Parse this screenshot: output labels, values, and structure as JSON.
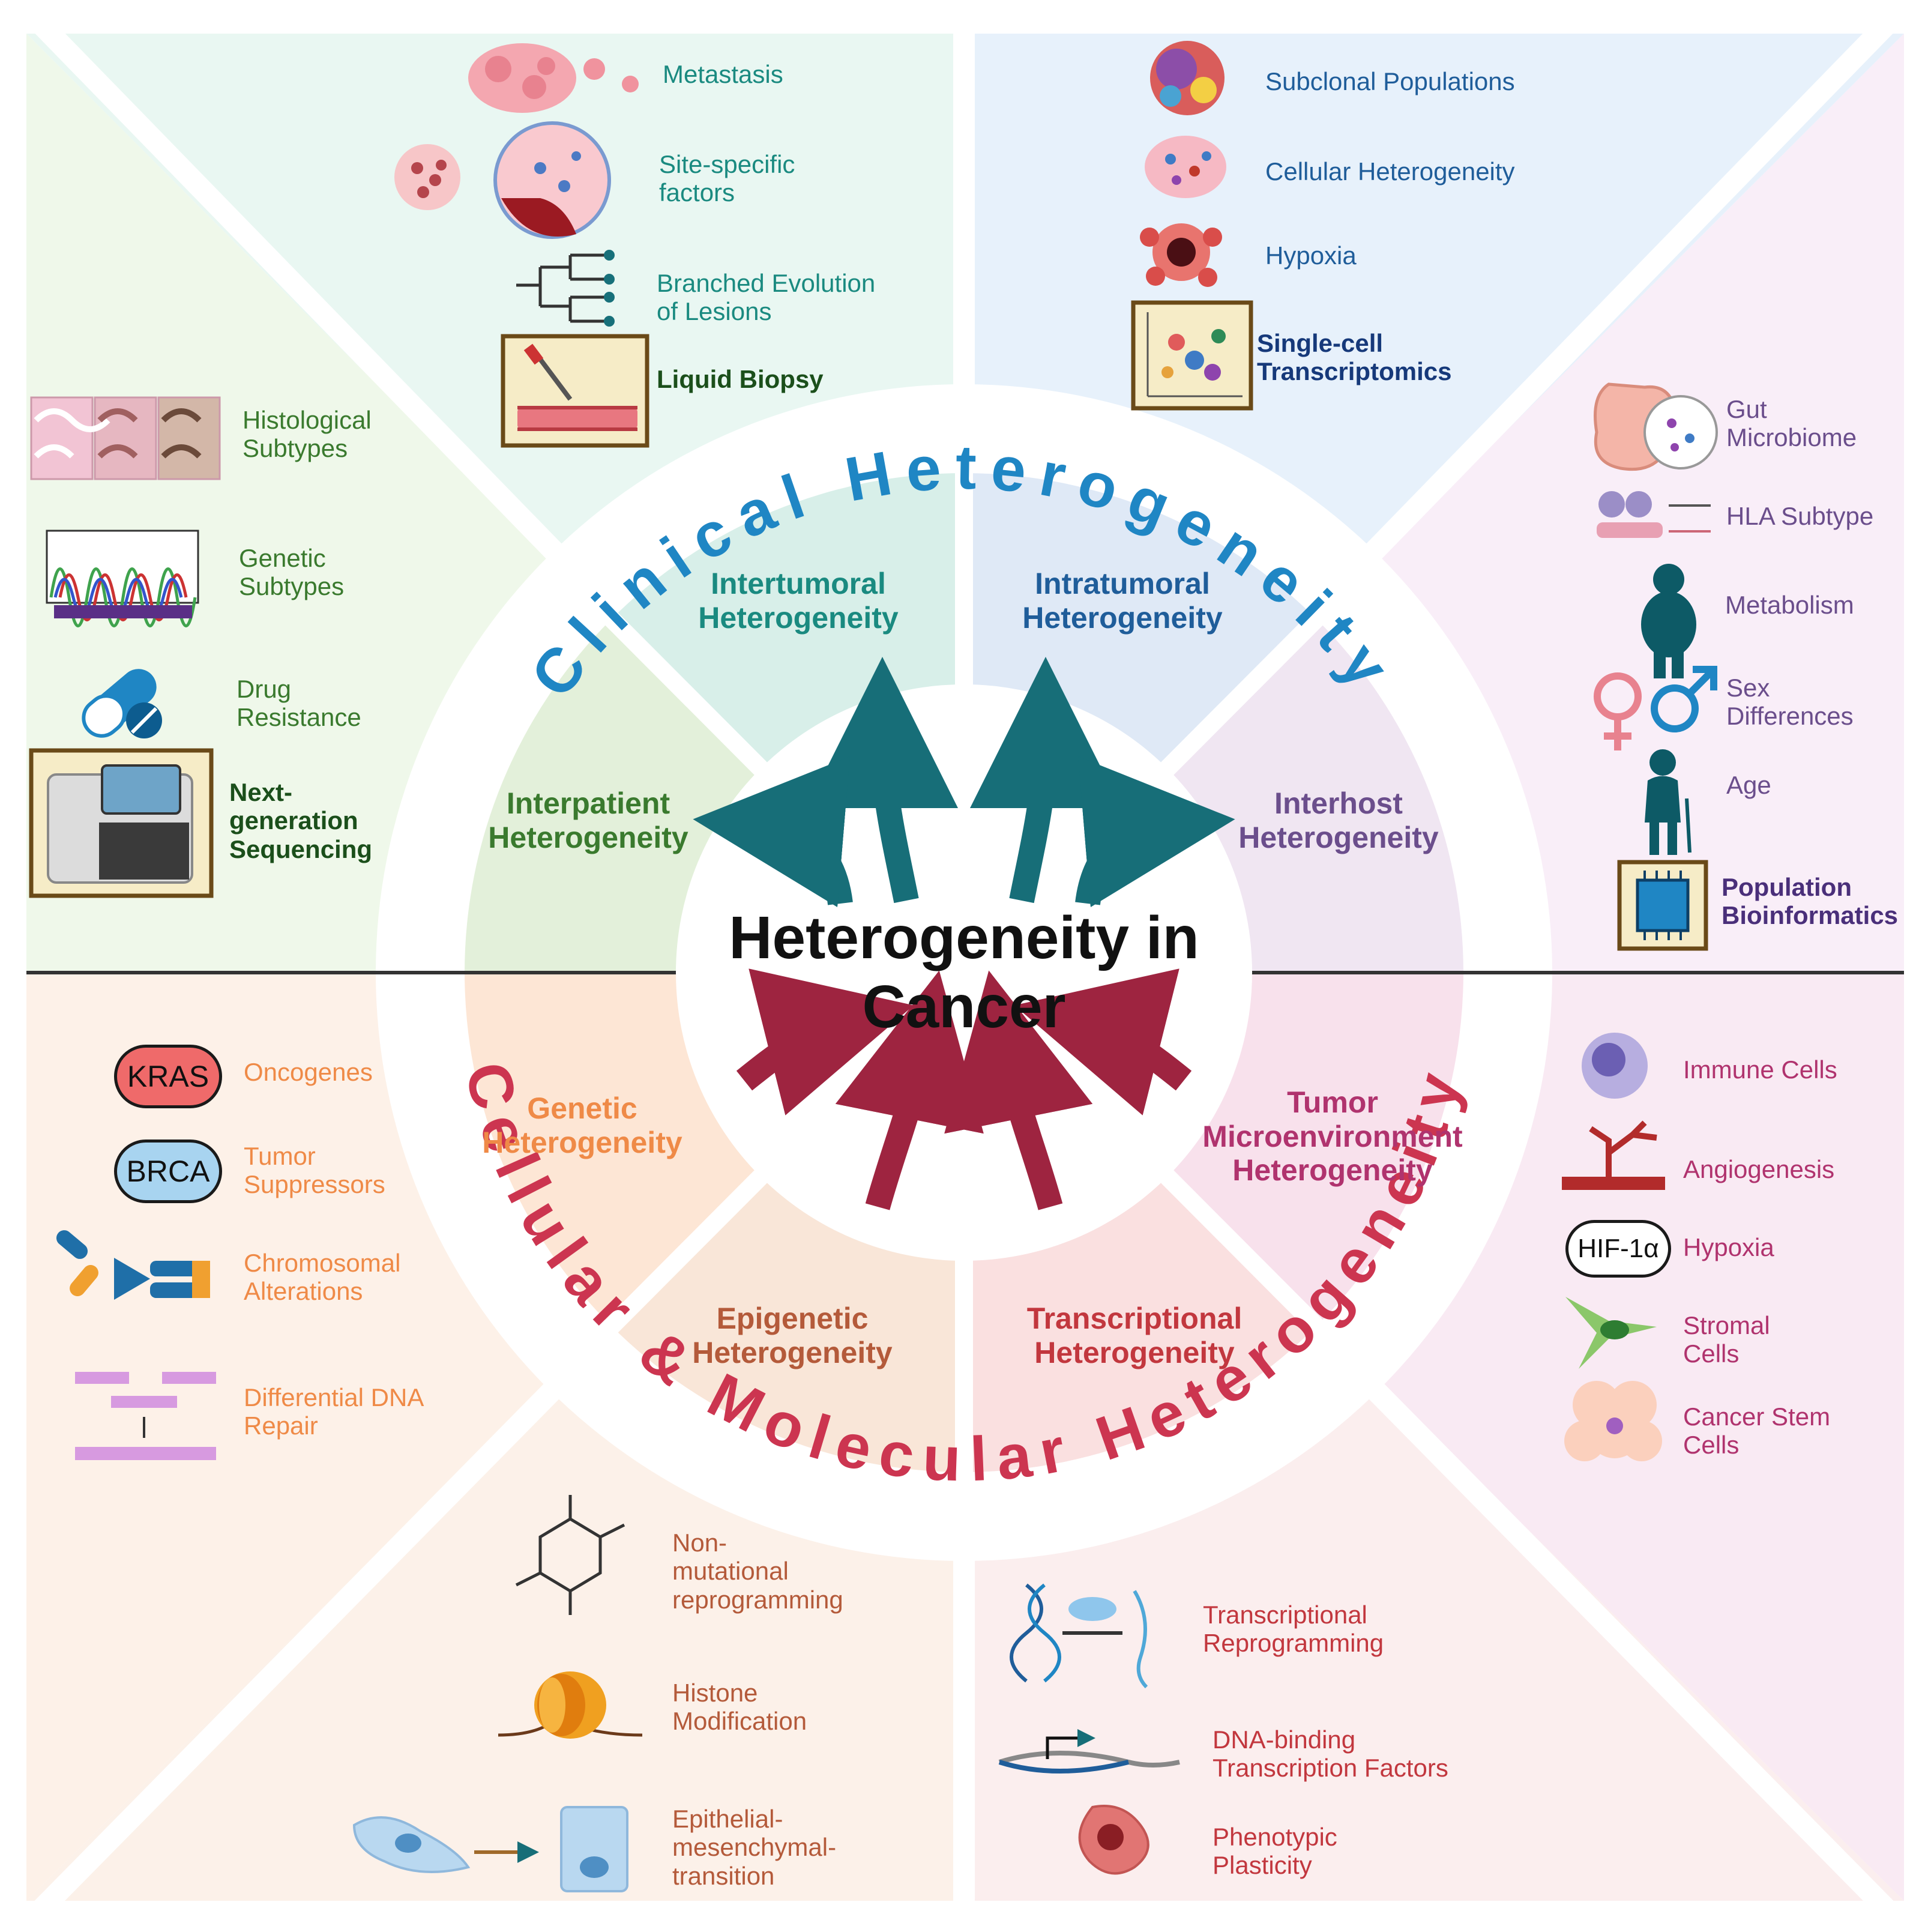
{
  "center_title": "Heterogeneity in\nCancer",
  "rings": {
    "clinical": "Clinical Heterogeneity",
    "cellular": "Cellular & Molecular Heterogeneity"
  },
  "sectors": {
    "intertumoral": "Intertumoral\nHeterogeneity",
    "intratumoral": "Intratumoral\nHeterogeneity",
    "interpatient": "Interpatient\nHeterogeneity",
    "interhost": "Interhost\nHeterogeneity",
    "genetic": "Genetic\nHeterogeneity",
    "tumor_micro": "Tumor\nMicroenvironment\nHeterogeneity",
    "epigenetic": "Epigenetic\nHeterogeneity",
    "transcriptional": "Transcriptional\nHeterogeneity"
  },
  "items": {
    "metastasis": "Metastasis",
    "site_specific": "Site-specific\nfactors",
    "branched": "Branched Evolution\nof Lesions",
    "liquid_biopsy": "Liquid Biopsy",
    "subclonal": "Subclonal Populations",
    "cellular_het": "Cellular Heterogeneity",
    "hypoxia_top": "Hypoxia",
    "single_cell": "Single-cell\nTranscriptomics",
    "histological": "Histological\nSubtypes",
    "genetic_sub": "Genetic\nSubtypes",
    "drug_res": "Drug\nResistance",
    "ngs": "Next-\ngeneration\nSequencing",
    "gut": "Gut\nMicrobiome",
    "hla": "HLA Subtype",
    "metabolism": "Metabolism",
    "sex": "Sex\nDifferences",
    "age": "Age",
    "pop_bio": "Population\nBioinformatics",
    "oncogenes": "Oncogenes",
    "tumor_supp": "Tumor\nSuppressors",
    "chromosomal": "Chromosomal\nAlterations",
    "dna_repair": "Differential DNA\nRepair",
    "immune": "Immune Cells",
    "angio": "Angiogenesis",
    "hypoxia_bot": "Hypoxia",
    "stromal": "Stromal\nCells",
    "csc": "Cancer Stem\nCells",
    "nonmut": "Non-\nmutational\nreprogramming",
    "histone": "Histone\nModification",
    "emt": "Epithelial-\nmesenchymal-\ntransition",
    "trans_reprog": "Transcriptional\nReprogramming",
    "dna_binding": "DNA-binding\nTranscription Factors",
    "phenotypic": "Phenotypic\nPlasticity"
  },
  "badges": {
    "kras": "KRAS",
    "brca": "BRCA",
    "hif": "HIF-1α"
  },
  "colors": {
    "teal_arrow": "#176e78",
    "red_arrow": "#9e2440",
    "clinical_text": "#1f86c4",
    "cellular_text": "#cc3550",
    "intertumoral": "#1a8a80",
    "intratumoral": "#1f5d9a",
    "interpatient": "#3a7a2e",
    "interhost": "#6b4e8c",
    "genetic": "#ef8a47",
    "tumor_micro": "#b0336e",
    "epigenetic": "#b45a3a",
    "transcriptional": "#c2373e"
  },
  "icons": [
    "metastasis-icon",
    "site-specific-icon",
    "phylogenetic-tree-icon",
    "liquid-biopsy-icon",
    "subclonal-cell-icon",
    "heterogeneous-cells-icon",
    "hypoxic-tumor-icon",
    "single-cell-plot-icon",
    "histology-slide-icon",
    "chromatogram-icon",
    "capsule-pill-icon",
    "sequencer-icon",
    "intestine-icon",
    "hla-molecule-icon",
    "person-obese-icon",
    "female-symbol-icon",
    "male-symbol-icon",
    "elderly-person-icon",
    "microchip-icon",
    "chromosome-icon",
    "dna-repair-icon",
    "immune-cell-icon",
    "blood-vessel-icon",
    "stromal-cell-icon",
    "stem-cell-cluster-icon",
    "cytosine-molecule-icon",
    "nucleosome-icon",
    "cell-transition-icon",
    "dna-helix-icon",
    "transcription-factor-icon",
    "plastic-cell-icon"
  ]
}
